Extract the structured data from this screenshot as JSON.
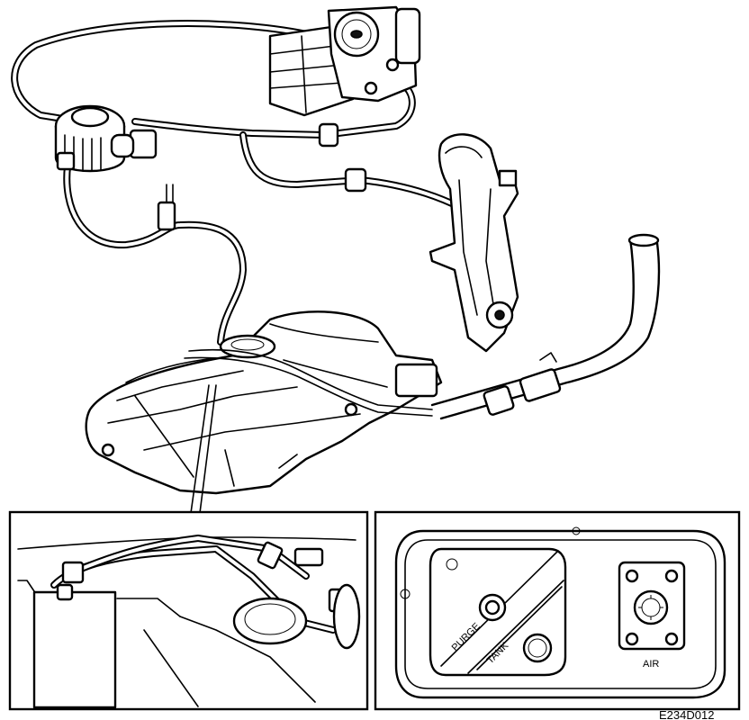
{
  "labels": {
    "purge": "PURGE",
    "tank": "TANK",
    "air": "AIR"
  },
  "figure_code": "E234D012"
}
